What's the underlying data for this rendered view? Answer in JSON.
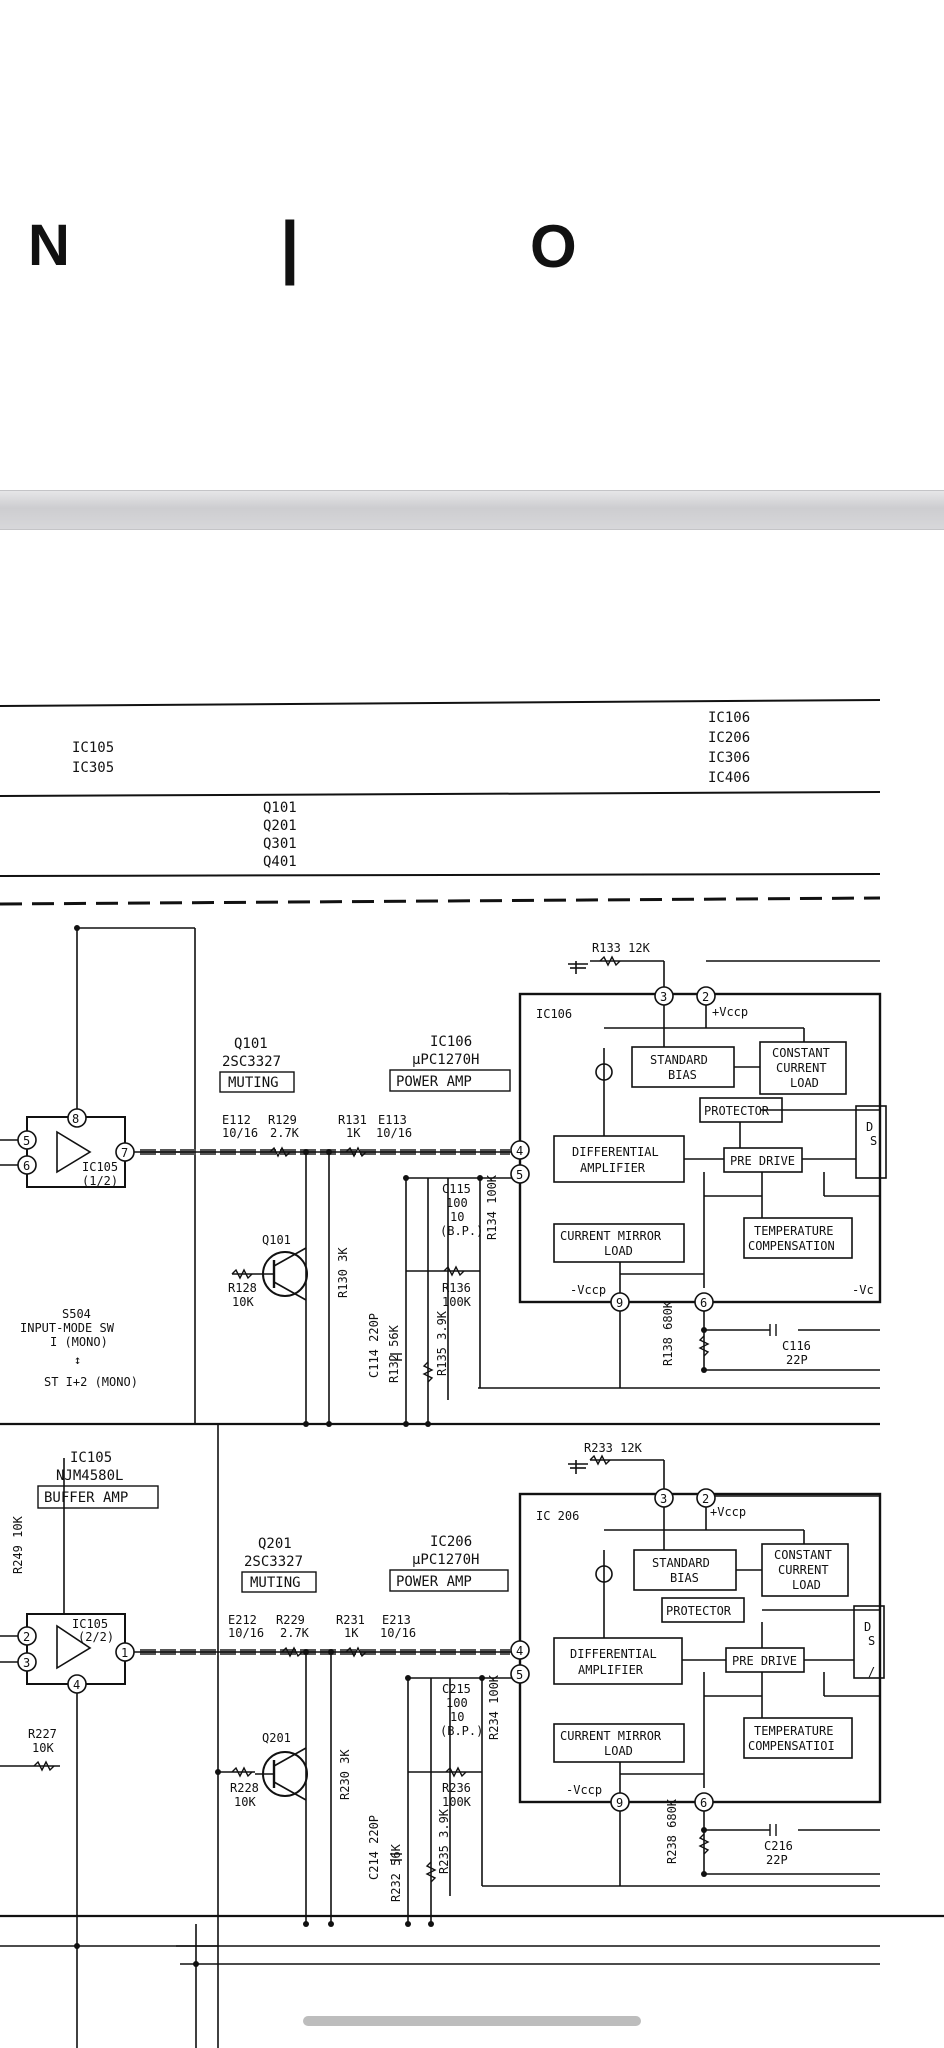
{
  "header": {
    "letters": [
      "N",
      "|",
      "O"
    ]
  },
  "table": {
    "col2": [
      "IC105",
      "IC305"
    ],
    "col3": [
      "IC106",
      "IC206",
      "IC306",
      "IC406"
    ],
    "q_list": [
      "Q101",
      "Q201",
      "Q301",
      "Q401"
    ]
  },
  "channel1": {
    "r133": "R133  12K",
    "ic_name": "IC106",
    "vccp_pos": "+Vccp",
    "vccp_neg": "-Vccp",
    "vc_edge": "-Vc",
    "standard_bias": [
      "STANDARD",
      "BIAS"
    ],
    "constant_current": [
      "CONSTANT",
      "CURRENT",
      "LOAD"
    ],
    "protector": "PROTECTOR",
    "differential": [
      "DIFFERENTIAL",
      "AMPLIFIER"
    ],
    "pre_drive": "PRE DRIVE",
    "current_mirror": [
      "CURRENT MIRROR",
      "LOAD"
    ],
    "temperature": [
      "TEMPERATURE",
      "COMPENSATION"
    ],
    "q_title": [
      "Q101",
      "2SC3327"
    ],
    "muting": "MUTING",
    "ic_title": [
      "IC106",
      "μPC1270H"
    ],
    "power_amp": "POWER AMP",
    "e112": [
      "E112",
      "10/16"
    ],
    "r129": [
      "R129",
      "2.7K"
    ],
    "r131": [
      "R131",
      "1K"
    ],
    "e113": [
      "E113",
      "10/16"
    ],
    "c115": [
      "C115",
      "100",
      "10",
      "(B.P.)"
    ],
    "r134": "R134 100K",
    "q101": "Q101",
    "r128": [
      "R128",
      "10K"
    ],
    "r130": "R130  3K",
    "c114": "C114  220P",
    "r132": "R132  56K",
    "r136": [
      "R136",
      "100K"
    ],
    "r135": "R135 3.9K",
    "r138": "R138 680K",
    "c116": [
      "C116",
      "22P"
    ],
    "buffer_ic": [
      "IC105",
      "(1/2)"
    ],
    "pins": [
      "8",
      "5",
      "6",
      "7",
      "3",
      "2",
      "4",
      "5",
      "9",
      "6"
    ],
    "edge_box": [
      "D",
      "S"
    ]
  },
  "switch": {
    "name": "S504",
    "label": "INPUT-MODE SW",
    "pos1": "I (MONO)",
    "arrow": "↕",
    "pos2": "ST I+2 (MONO)"
  },
  "buffer_label": {
    "title": [
      "IC105",
      "NJM4580L"
    ],
    "box": "BUFFER AMP"
  },
  "channel2": {
    "r233": "R233  12K",
    "ic_name": "IC 206",
    "vccp_pos": "+Vccp",
    "vccp_neg": "-Vccp",
    "standard_bias": [
      "STANDARD",
      "BIAS"
    ],
    "constant_current": [
      "CONSTANT",
      "CURRENT",
      "LOAD"
    ],
    "protector": "PROTECTOR",
    "differential": [
      "DIFFERENTIAL",
      "AMPLIFIER"
    ],
    "pre_drive": "PRE DRIVE",
    "current_mirror": [
      "CURRENT MIRROR",
      "LOAD"
    ],
    "temperature": [
      "TEMPERATURE",
      "COMPENSATIOI"
    ],
    "q_title": [
      "Q201",
      "2SC3327"
    ],
    "muting": "MUTING",
    "ic_title": [
      "IC206",
      "μPC1270H"
    ],
    "power_amp": "POWER AMP",
    "e212": [
      "E212",
      "10/16"
    ],
    "r229": [
      "R229",
      "2.7K"
    ],
    "r231": [
      "R231",
      "1K"
    ],
    "e213": [
      "E213",
      "10/16"
    ],
    "c215": [
      "C215",
      "100",
      "10",
      "(B.P.)"
    ],
    "r234": "R234 100K",
    "q201": "Q201",
    "r228": [
      "R228",
      "10K"
    ],
    "r230": "R230  3K",
    "c214": "C214  220P",
    "r232": "R232  56K",
    "r236": [
      "R236",
      "100K"
    ],
    "r235": "R235 3.9K",
    "r238": "R238 680K",
    "c216": [
      "C216",
      "22P"
    ],
    "r249": "R249 10K",
    "r227": [
      "R227",
      "10K"
    ],
    "buffer_ic": [
      "IC105",
      "(2/2)"
    ],
    "pins": [
      "2",
      "3",
      "1",
      "4",
      "3",
      "2",
      "4",
      "5",
      "9",
      "6"
    ],
    "edge_box": [
      "D",
      "S",
      "/"
    ]
  }
}
